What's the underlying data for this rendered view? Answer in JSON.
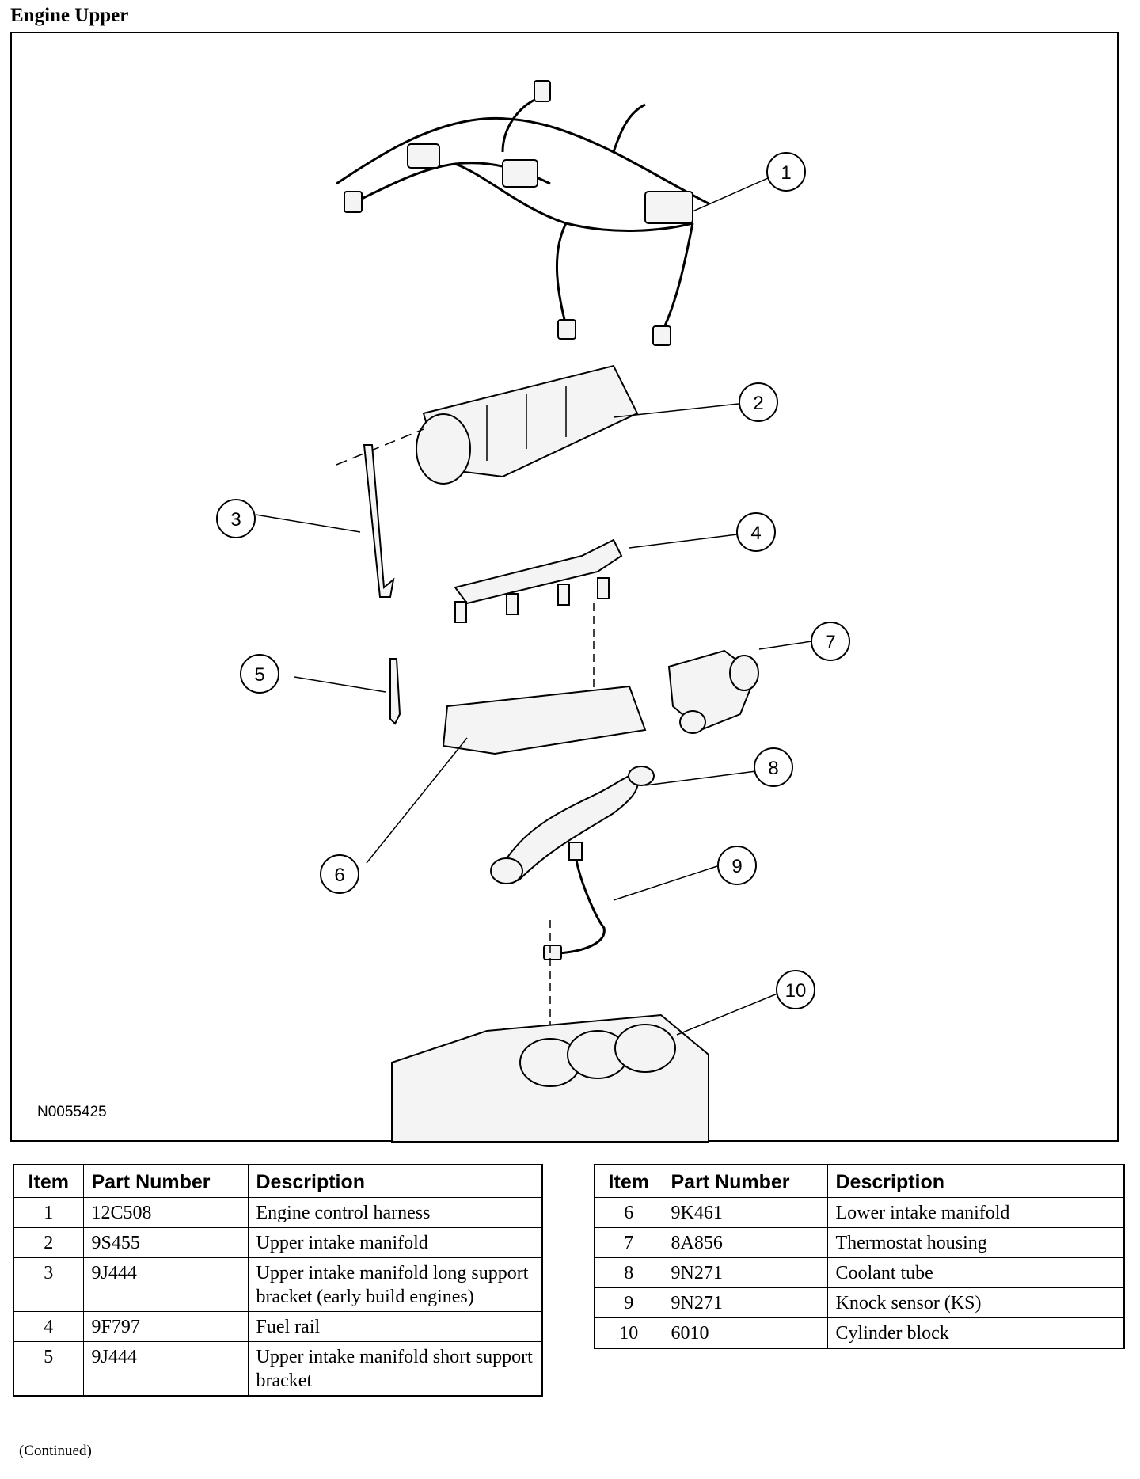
{
  "page_title": "Engine Upper",
  "figure": {
    "id": "N0055425",
    "callouts": [
      "1",
      "2",
      "3",
      "4",
      "5",
      "6",
      "7",
      "8",
      "9",
      "10"
    ]
  },
  "table_headers": {
    "item": "Item",
    "part_number": "Part Number",
    "description": "Description"
  },
  "parts_left": [
    {
      "item": "1",
      "part_number": "12C508",
      "description": "Engine control harness"
    },
    {
      "item": "2",
      "part_number": "9S455",
      "description": "Upper intake manifold"
    },
    {
      "item": "3",
      "part_number": "9J444",
      "description": "Upper intake manifold long support bracket (early build engines)"
    },
    {
      "item": "4",
      "part_number": "9F797",
      "description": "Fuel rail"
    },
    {
      "item": "5",
      "part_number": "9J444",
      "description": "Upper intake manifold short support bracket"
    }
  ],
  "parts_right": [
    {
      "item": "6",
      "part_number": "9K461",
      "description": "Lower intake manifold"
    },
    {
      "item": "7",
      "part_number": "8A856",
      "description": "Thermostat housing"
    },
    {
      "item": "8",
      "part_number": "9N271",
      "description": "Coolant tube"
    },
    {
      "item": "9",
      "part_number": "9N271",
      "description": "Knock sensor (KS)"
    },
    {
      "item": "10",
      "part_number": "6010",
      "description": "Cylinder block"
    }
  ],
  "footer": "(Continued)"
}
